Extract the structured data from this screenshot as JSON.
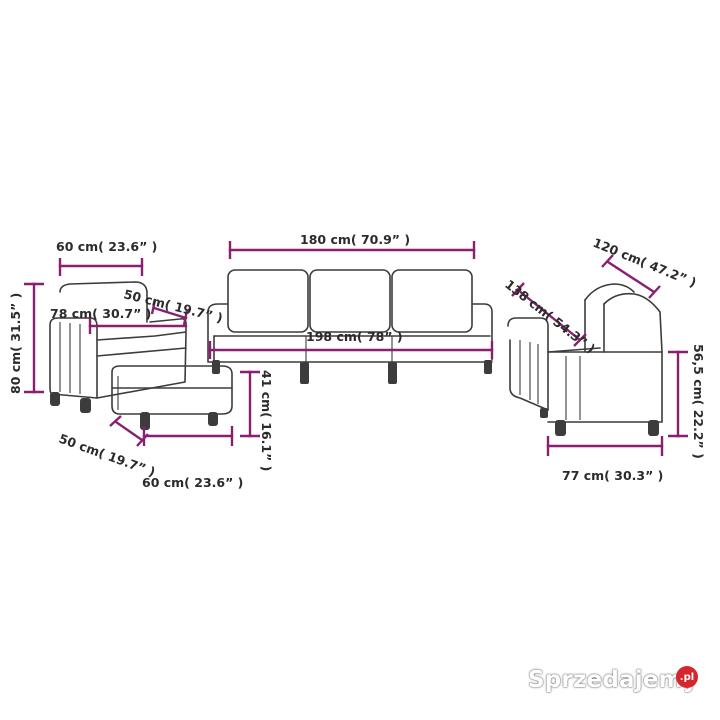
{
  "diagram": {
    "accent_color": "#8a1f72",
    "line_color": "#3c3c3c",
    "armchair": {
      "width": "60 cm( 23.6” )",
      "seat_depth": "50 cm( 19.7” )",
      "depth": "78 cm( 30.7” )",
      "height": "80 cm( 31.5” )"
    },
    "footstool": {
      "height": "41 cm( 16.1” )",
      "width": "60 cm( 23.6” )",
      "depth": "50 cm( 19.7” )"
    },
    "three_seater": {
      "seat_width": "180 cm( 70.9” )",
      "total_width": "198 cm( 78” )"
    },
    "two_seater": {
      "seat_width": "120 cm( 47.2” )",
      "total_width": "138 cm( 54.3” )",
      "height": "56,5 cm( 22.2” )",
      "depth": "77 cm( 30.3” )"
    }
  },
  "watermark": {
    "text": "Sprzedajemy",
    "badge": ".pl"
  }
}
